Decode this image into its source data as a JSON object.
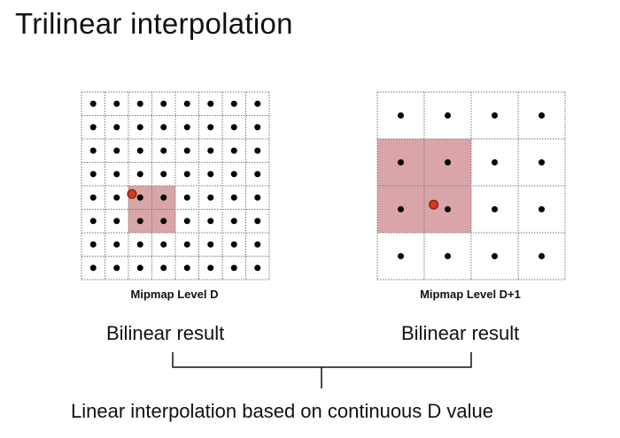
{
  "title": "Trilinear interpolation",
  "levels": [
    {
      "label": "Mipmap Level D",
      "grid_size": 8,
      "highlight_cells": [
        [
          4,
          2
        ],
        [
          4,
          3
        ],
        [
          5,
          2
        ],
        [
          5,
          3
        ]
      ],
      "sample_point": [
        2.15,
        4.35
      ]
    },
    {
      "label": "Mipmap Level D+1",
      "grid_size": 4,
      "highlight_cells": [
        [
          1,
          0
        ],
        [
          1,
          1
        ],
        [
          2,
          0
        ],
        [
          2,
          1
        ]
      ],
      "sample_point": [
        1.2,
        2.4
      ]
    }
  ],
  "results": [
    "Bilinear result",
    "Bilinear result"
  ],
  "bottom_text": "Linear interpolation based on continuous D value",
  "colors": {
    "highlight": "#d9a5a8",
    "sample": "#d6371c",
    "dot": "#000000"
  }
}
